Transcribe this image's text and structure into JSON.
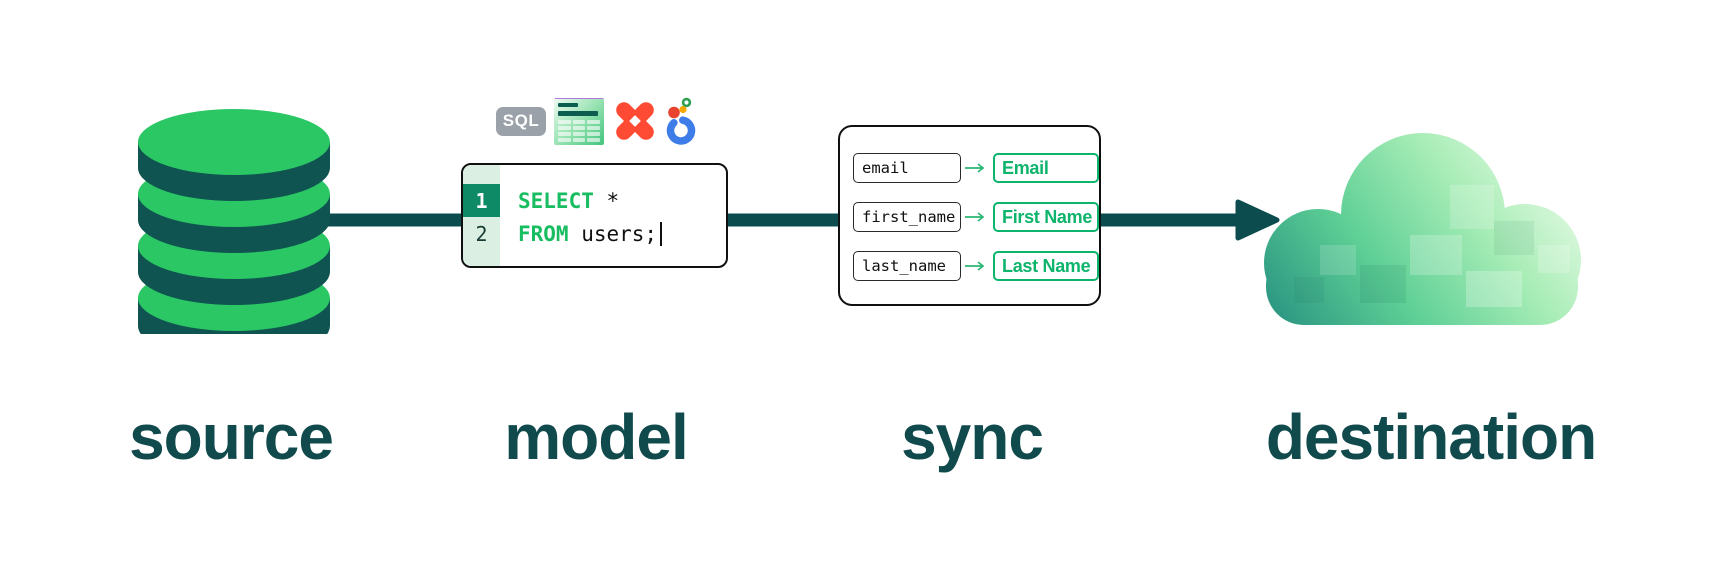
{
  "stages": [
    {
      "id": "source",
      "label": "source",
      "icon": "database-cylinder"
    },
    {
      "id": "model",
      "label": "model",
      "icon": "sql-code-block"
    },
    {
      "id": "sync",
      "label": "sync",
      "icon": "field-mapping-box"
    },
    {
      "id": "destination",
      "label": "destination",
      "icon": "cloud"
    }
  ],
  "model": {
    "tool_icons": [
      {
        "name": "sql-badge",
        "label": "SQL"
      },
      {
        "name": "spreadsheet-icon"
      },
      {
        "name": "dbt-icon"
      },
      {
        "name": "looker-icon"
      }
    ],
    "code": {
      "lines": [
        {
          "number": "1",
          "keyword": "SELECT",
          "rest": " *"
        },
        {
          "number": "2",
          "keyword": "FROM",
          "rest": " users;",
          "cursor": true
        }
      ]
    }
  },
  "sync": {
    "mappings": [
      {
        "source_field": "email",
        "destination_field": "Email"
      },
      {
        "source_field": "first_name",
        "destination_field": "First Name"
      },
      {
        "source_field": "last_name",
        "destination_field": "Last Name"
      }
    ]
  },
  "colors": {
    "brand_green": "#2bc765",
    "dark_teal_text": "#114a4d",
    "arrow_teal": "#0c4b4e",
    "keyword_green": "#17bd60",
    "mapping_green": "#0db46c",
    "active_line_green": "#0f8a66",
    "gutter_mint": "#dcefe3",
    "dbt_orange": "#ff4b33",
    "sql_badge_gray": "#9aa1a8"
  }
}
